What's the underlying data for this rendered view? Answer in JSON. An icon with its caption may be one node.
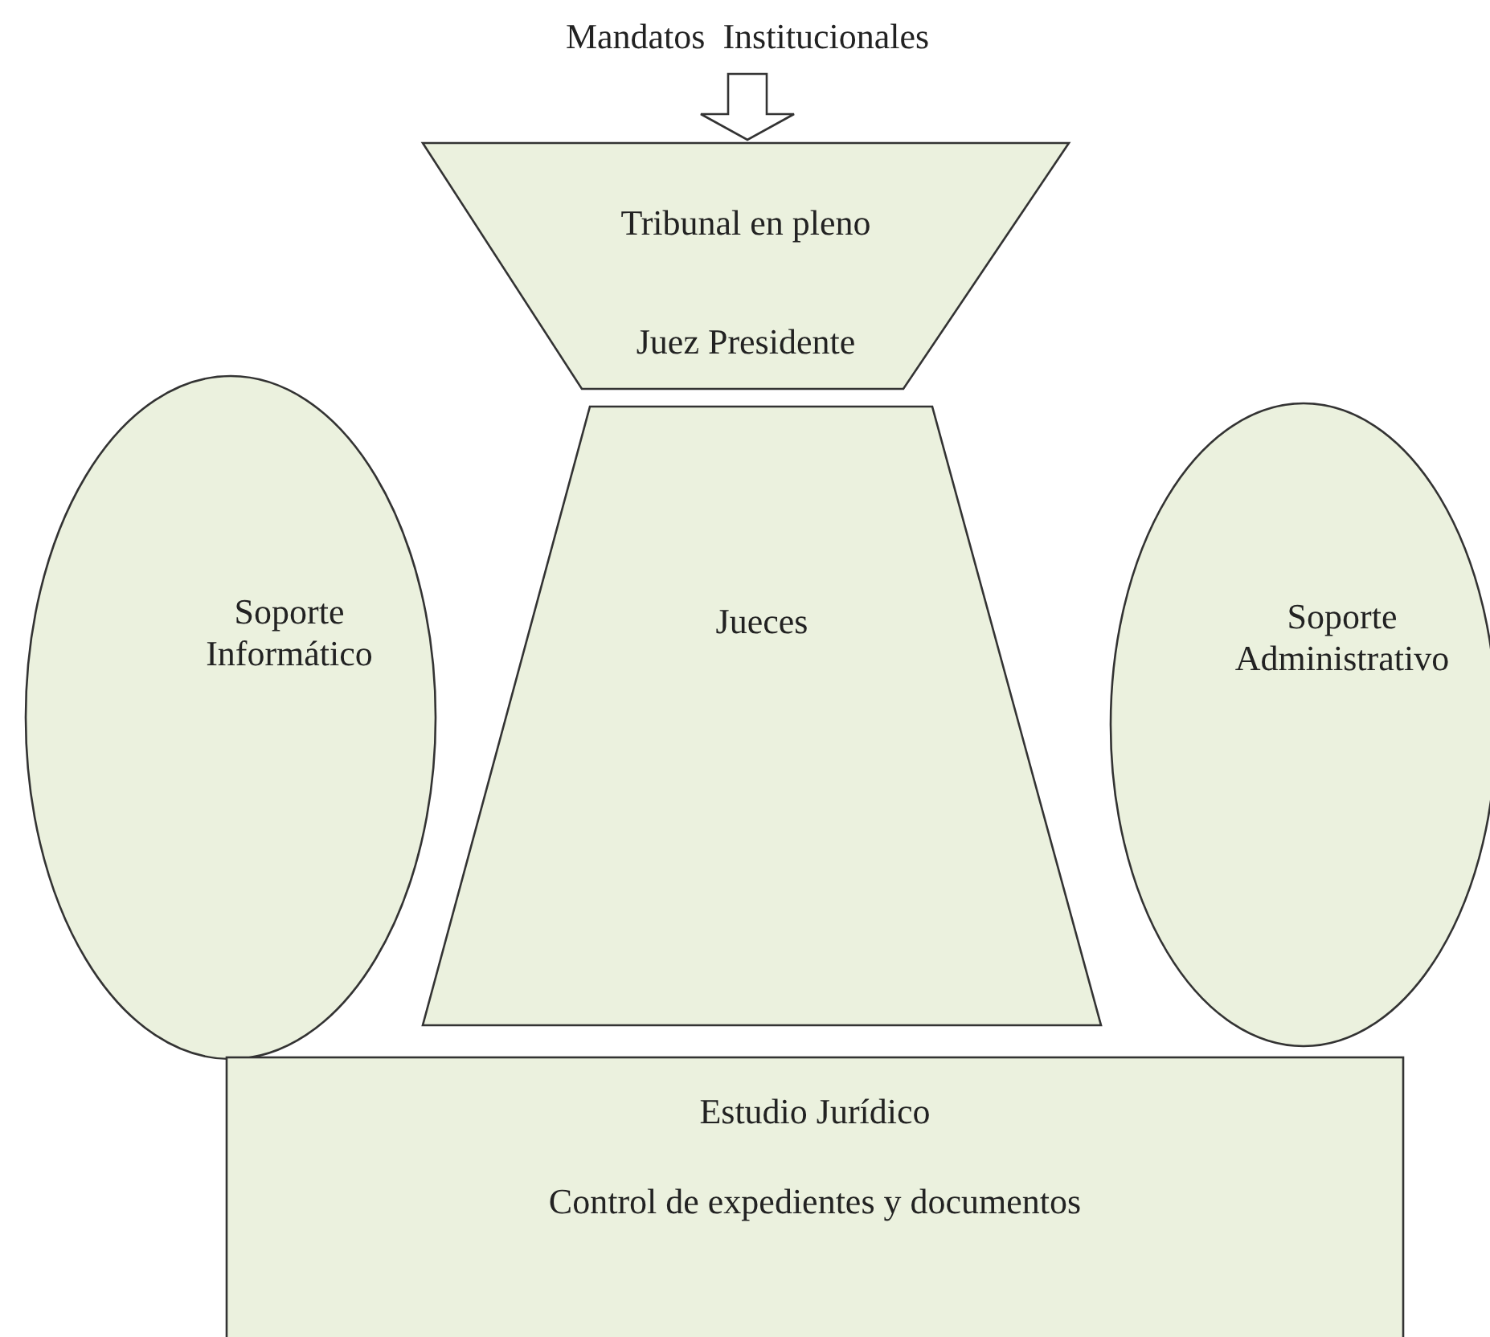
{
  "diagram": {
    "nodes": [
      {
        "text": [
          "Mandatos  Institucionales"
        ]
      },
      {
        "text": [
          "Tribunal en pleno",
          "Juez Presidente"
        ]
      },
      {
        "text": [
          "Soporte Informático"
        ]
      },
      {
        "text": [
          "Jueces"
        ]
      },
      {
        "text": [
          "Soporte Administrativo"
        ]
      },
      {
        "text": [
          "Estudio Jurídico",
          "Control de expedientes y documentos"
        ]
      }
    ],
    "edges": [
      {
        "from": 0,
        "to": 1,
        "arrow": "to"
      }
    ]
  }
}
